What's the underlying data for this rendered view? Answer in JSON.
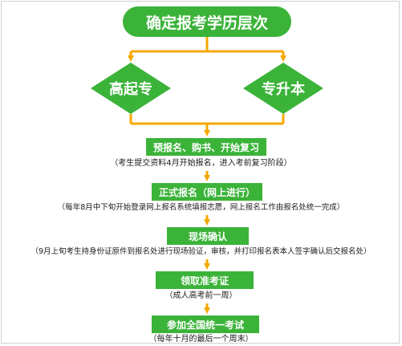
{
  "title": "确定报考学历层次",
  "branches": {
    "left": "高起专",
    "right": "专升本"
  },
  "steps": [
    {
      "label": "预报名、购书、开始复习",
      "note": "（考生提交资料4月开始报名，进入考前复习阶段）"
    },
    {
      "label": "正式报名（网上进行）",
      "note": "（每年8月中下旬开始登录网上报名系统填报志愿，网上报名工作由报名处统一完成）"
    },
    {
      "label": "现场确认",
      "note": "（9月上旬考生持身份证原件到报名处进行现场验证，审核，并打印报名表本人签字确认后交报名处）"
    },
    {
      "label": "领取准考证",
      "note": "（成人高考前一周）"
    },
    {
      "label": "参加全国统一考试",
      "note": "（每年十月的最后一个周末）"
    }
  ],
  "colors": {
    "green": "#3bb339",
    "dark_green": "#1c8a22",
    "arrow": "#f5a800",
    "text": "#1a1a1a"
  }
}
